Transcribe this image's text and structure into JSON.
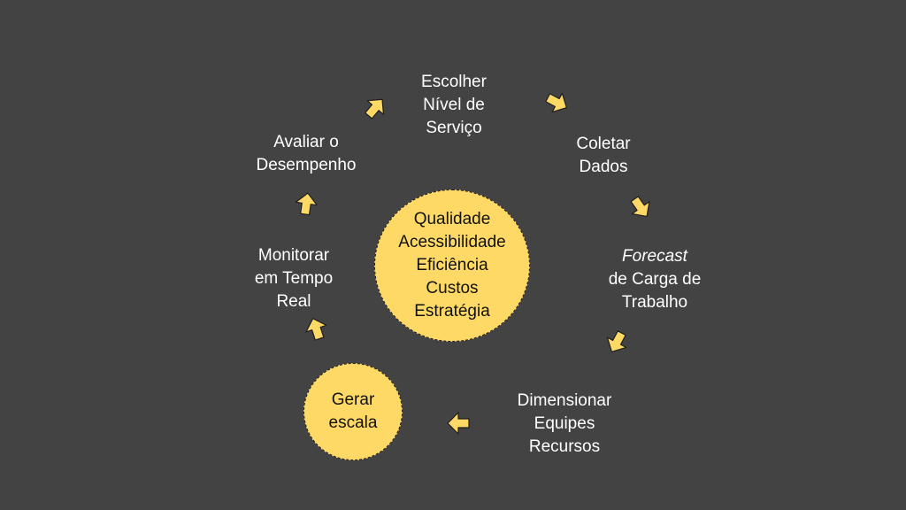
{
  "center": {
    "lines": [
      "Qualidade",
      "Acessibilidade",
      "Eficiência",
      "Custos",
      "Estratégia"
    ]
  },
  "steps": {
    "service_level": [
      "Escolher",
      "Nível de",
      "Serviço"
    ],
    "collect_data": [
      "Coletar",
      "Dados"
    ],
    "forecast": {
      "emphasis": "Forecast",
      "lines": [
        "de Carga de",
        "Trabalho"
      ]
    },
    "dimension": [
      "Dimensionar",
      "Equipes",
      "Recursos"
    ],
    "schedule": [
      "Gerar",
      "escala"
    ],
    "monitor": [
      "Monitorar",
      "em Tempo",
      "Real"
    ],
    "evaluate": [
      "Avaliar o",
      "Desempenho"
    ]
  },
  "colors": {
    "background": "#434343",
    "accent": "#ffd966",
    "text_light": "#ffffff",
    "text_dark": "#111111"
  }
}
